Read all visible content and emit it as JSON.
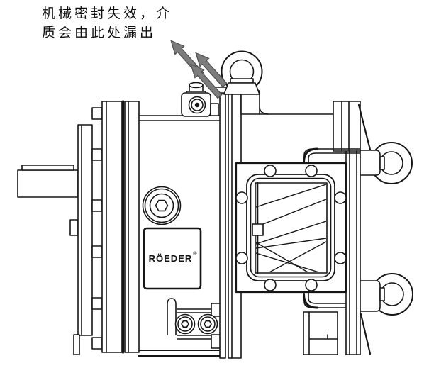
{
  "annotation": {
    "line1": "机械密封失效，介",
    "line2": "质会由此处漏出"
  },
  "nameplate": {
    "brand": "RÖEDER",
    "registered_mark": "®"
  },
  "figure": {
    "leak_arrow_count": 3
  },
  "colors": {
    "background": "#ffffff",
    "line": "#161616",
    "arrow_fill": "#7c7c7c",
    "arrow_outline": "#4f4f4f",
    "text": "#111111"
  }
}
